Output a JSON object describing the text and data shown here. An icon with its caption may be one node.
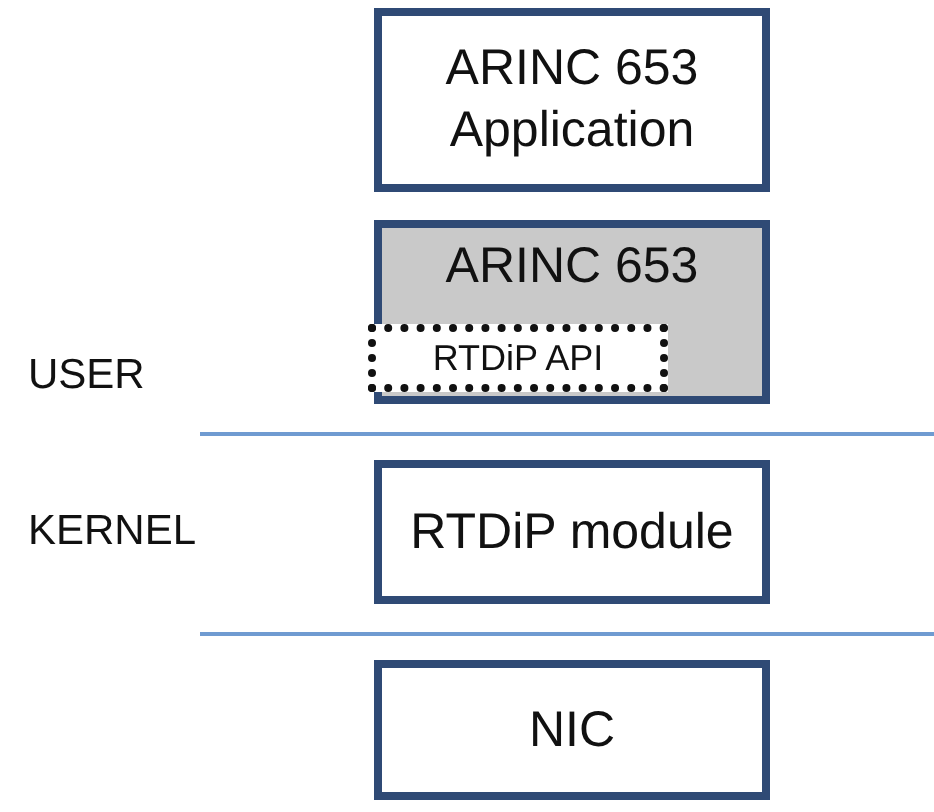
{
  "diagram": {
    "nodes": [
      {
        "text": [
          "ARINC 653 Application"
        ]
      },
      {
        "text": [
          "ARINC 653"
        ]
      },
      {
        "text": [
          "RTDiP API"
        ],
        "in": 1
      },
      {
        "text": [
          "RTDiP module"
        ]
      },
      {
        "text": [
          "NIC"
        ]
      }
    ],
    "labels": [
      "USER",
      "KERNEL"
    ]
  }
}
